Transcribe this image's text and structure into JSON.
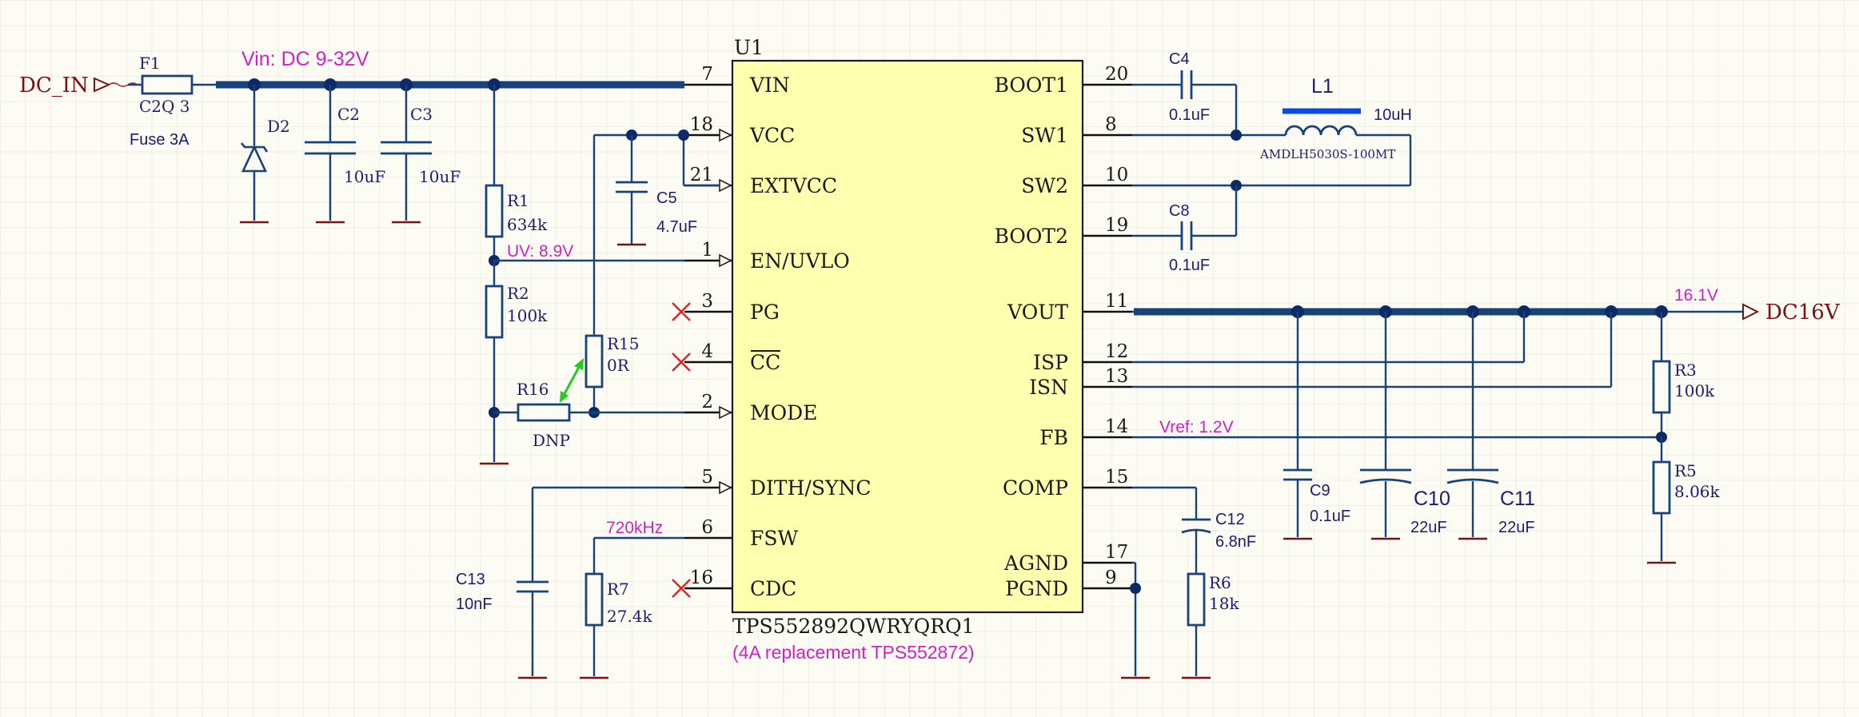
{
  "ic": {
    "designator": "U1",
    "part": "TPS552892QWRYQRQ1",
    "note": "(4A replacement TPS552872)",
    "left_pins": [
      {
        "num": "7",
        "name": "VIN"
      },
      {
        "num": "18",
        "name": "VCC"
      },
      {
        "num": "21",
        "name": "EXTVCC"
      },
      {
        "num": "1",
        "name": "EN/UVLO"
      },
      {
        "num": "3",
        "name": "PG"
      },
      {
        "num": "4",
        "name": "CC"
      },
      {
        "num": "2",
        "name": "MODE"
      },
      {
        "num": "5",
        "name": "DITH/SYNC"
      },
      {
        "num": "6",
        "name": "FSW"
      },
      {
        "num": "16",
        "name": "CDC"
      }
    ],
    "right_pins": [
      {
        "num": "20",
        "name": "BOOT1"
      },
      {
        "num": "8",
        "name": "SW1"
      },
      {
        "num": "10",
        "name": "SW2"
      },
      {
        "num": "19",
        "name": "BOOT2"
      },
      {
        "num": "11",
        "name": "VOUT"
      },
      {
        "num": "12",
        "name": "ISP"
      },
      {
        "num": "13",
        "name": "ISN"
      },
      {
        "num": "14",
        "name": "FB"
      },
      {
        "num": "15",
        "name": "COMP"
      },
      {
        "num": "17",
        "name": "AGND"
      },
      {
        "num": "9",
        "name": "PGND"
      }
    ]
  },
  "ports": {
    "input": "DC_IN",
    "output": "DC16V"
  },
  "annotations": {
    "vin": "Vin: DC 9-32V",
    "uv": "UV: 8.9V",
    "fsw": "720kHz",
    "vout": "16.1V",
    "vref": "Vref: 1.2V"
  },
  "parts": {
    "F1": {
      "designator": "F1",
      "value": "C2Q 3",
      "desc": "Fuse 3A"
    },
    "D2": {
      "designator": "D2"
    },
    "C2": {
      "designator": "C2",
      "value": "10uF"
    },
    "C3": {
      "designator": "C3",
      "value": "10uF"
    },
    "R1": {
      "designator": "R1",
      "value": "634k"
    },
    "R2": {
      "designator": "R2",
      "value": "100k"
    },
    "C5": {
      "designator": "C5",
      "value": "4.7uF"
    },
    "R15": {
      "designator": "R15",
      "value": "0R"
    },
    "R16": {
      "designator": "R16",
      "value": "DNP"
    },
    "C13": {
      "designator": "C13",
      "value": "10nF"
    },
    "R7": {
      "designator": "R7",
      "value": "27.4k"
    },
    "C4": {
      "designator": "C4",
      "value": "0.1uF"
    },
    "C8": {
      "designator": "C8",
      "value": "0.1uF"
    },
    "L1": {
      "designator": "L1",
      "value": "10uH",
      "part": "AMDLH5030S-100MT"
    },
    "C9": {
      "designator": "C9",
      "value": "0.1uF"
    },
    "C10": {
      "designator": "C10",
      "value": "22uF"
    },
    "C11": {
      "designator": "C11",
      "value": "22uF"
    },
    "C12": {
      "designator": "C12",
      "value": "6.8nF"
    },
    "R6": {
      "designator": "R6",
      "value": "18k"
    },
    "R3": {
      "designator": "R3",
      "value": "100k"
    },
    "R5": {
      "designator": "R5",
      "value": "8.06k"
    }
  },
  "colors": {
    "wire": "#17437a",
    "ground": "#7a1212",
    "annotation": "#d021c8",
    "ic_fill": "#ffffb0",
    "port": "#7a1010",
    "no_connect": "#e02020",
    "jumper_arrow": "#22cc22"
  }
}
